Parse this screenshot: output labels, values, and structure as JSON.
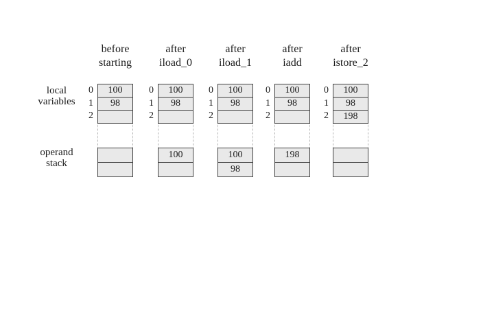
{
  "diagram": {
    "title": "jvm-local-variables-and-operand-stack-states",
    "side_labels": {
      "local_variables": [
        "local",
        "variables"
      ],
      "operand_stack": [
        "operand",
        "stack"
      ]
    },
    "local_slot_indices": [
      "0",
      "1",
      "2"
    ],
    "columns": [
      {
        "header": [
          "before",
          "starting"
        ],
        "local_variables": [
          "100",
          "98",
          ""
        ],
        "operand_stack": [
          "",
          ""
        ]
      },
      {
        "header": [
          "after",
          "iload_0"
        ],
        "local_variables": [
          "100",
          "98",
          ""
        ],
        "operand_stack": [
          "100",
          ""
        ]
      },
      {
        "header": [
          "after",
          "iload_1"
        ],
        "local_variables": [
          "100",
          "98",
          ""
        ],
        "operand_stack": [
          "100",
          "98"
        ]
      },
      {
        "header": [
          "after",
          "iadd"
        ],
        "local_variables": [
          "100",
          "98",
          ""
        ],
        "operand_stack": [
          "198",
          ""
        ]
      },
      {
        "header": [
          "after",
          "istore_2"
        ],
        "local_variables": [
          "100",
          "98",
          "198"
        ],
        "operand_stack": [
          "",
          ""
        ]
      }
    ],
    "colors": {
      "cell_fill": "#e9e9e9",
      "cell_border": "#3f3f3f",
      "dotted_line": "#ababab",
      "text": "#1a1a1a",
      "background": "#ffffff"
    }
  }
}
